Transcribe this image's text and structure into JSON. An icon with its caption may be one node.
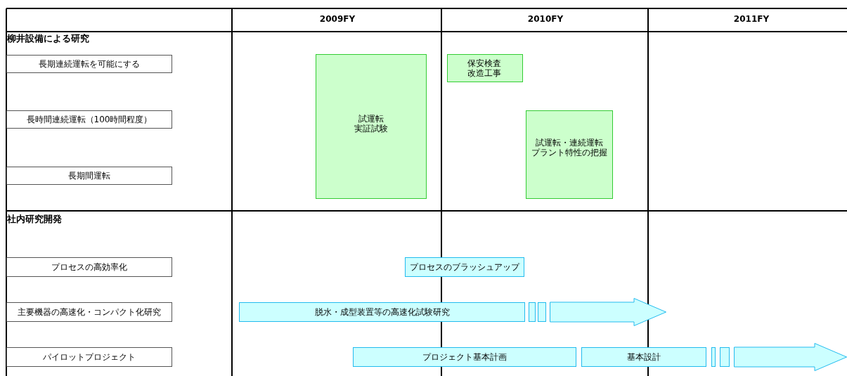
{
  "diagram": {
    "nodes": [
      {
        "text": [
          "長期連続運転を可能にする"
        ]
      },
      {
        "text": [
          "長時間連続運転（100時間程度）"
        ]
      },
      {
        "text": [
          "長期間運転"
        ]
      },
      {
        "text": [
          "プロセスの高効率化"
        ]
      },
      {
        "text": [
          "主要機器の高速化・コンパクト化研究"
        ]
      },
      {
        "text": [
          "パイロットプロジェクト"
        ]
      },
      {
        "text": [
          "試運転",
          "実証試験"
        ]
      },
      {
        "text": [
          "保安検査",
          "改造工事"
        ]
      },
      {
        "text": [
          "試運転・連続運転",
          "プラント特性の把握"
        ]
      },
      {
        "text": [
          "プロセスのブラッシュアップ"
        ]
      },
      {
        "text": [
          "脱水・成型装置等の高速化試験研究"
        ]
      },
      {
        "text": [],
        "shape": "box"
      },
      {
        "text": [],
        "shape": "box"
      },
      {
        "text": [],
        "shape": "arrow"
      },
      {
        "text": [
          "プロジェクト基本計画"
        ]
      },
      {
        "text": [
          "基本設計"
        ]
      },
      {
        "text": [],
        "shape": "box"
      },
      {
        "text": [],
        "shape": "box"
      },
      {
        "text": [],
        "shape": "arrow"
      }
    ],
    "labels": [
      "2009FY",
      "2010FY",
      "2011FY",
      "柳井設備による研究",
      "社内研究開発"
    ]
  }
}
